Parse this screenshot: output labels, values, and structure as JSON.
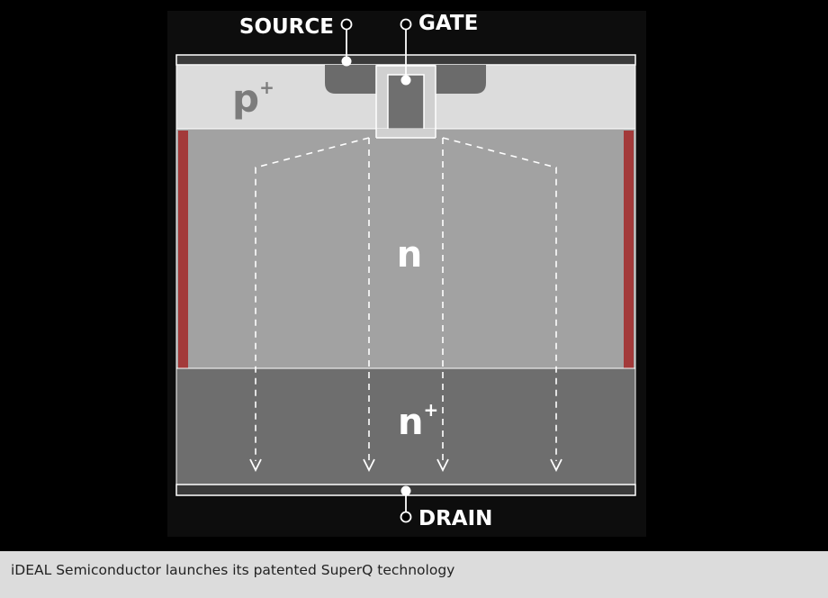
{
  "diagram": {
    "terminals": {
      "source": "SOURCE",
      "gate": "GATE",
      "drain": "DRAIN"
    },
    "regions": {
      "p_plus": {
        "base": "p",
        "sup": "+"
      },
      "n": {
        "base": "n"
      },
      "n_plus": {
        "base": "n",
        "sup": "+"
      }
    },
    "colors": {
      "background": "#000000",
      "metal": "#3a3a3a",
      "p_plus_region": "#dcdcdc",
      "n_region": "#a2a2a2",
      "n_plus_region": "#6e6e6e",
      "source_well": "#6b6b6b",
      "gate": "#6f6f6f",
      "side_trench": "#a33a3a",
      "current_arrows": "#ffffff"
    }
  },
  "caption": {
    "text": "iDEAL Semiconductor launches its patented SuperQ technology"
  }
}
